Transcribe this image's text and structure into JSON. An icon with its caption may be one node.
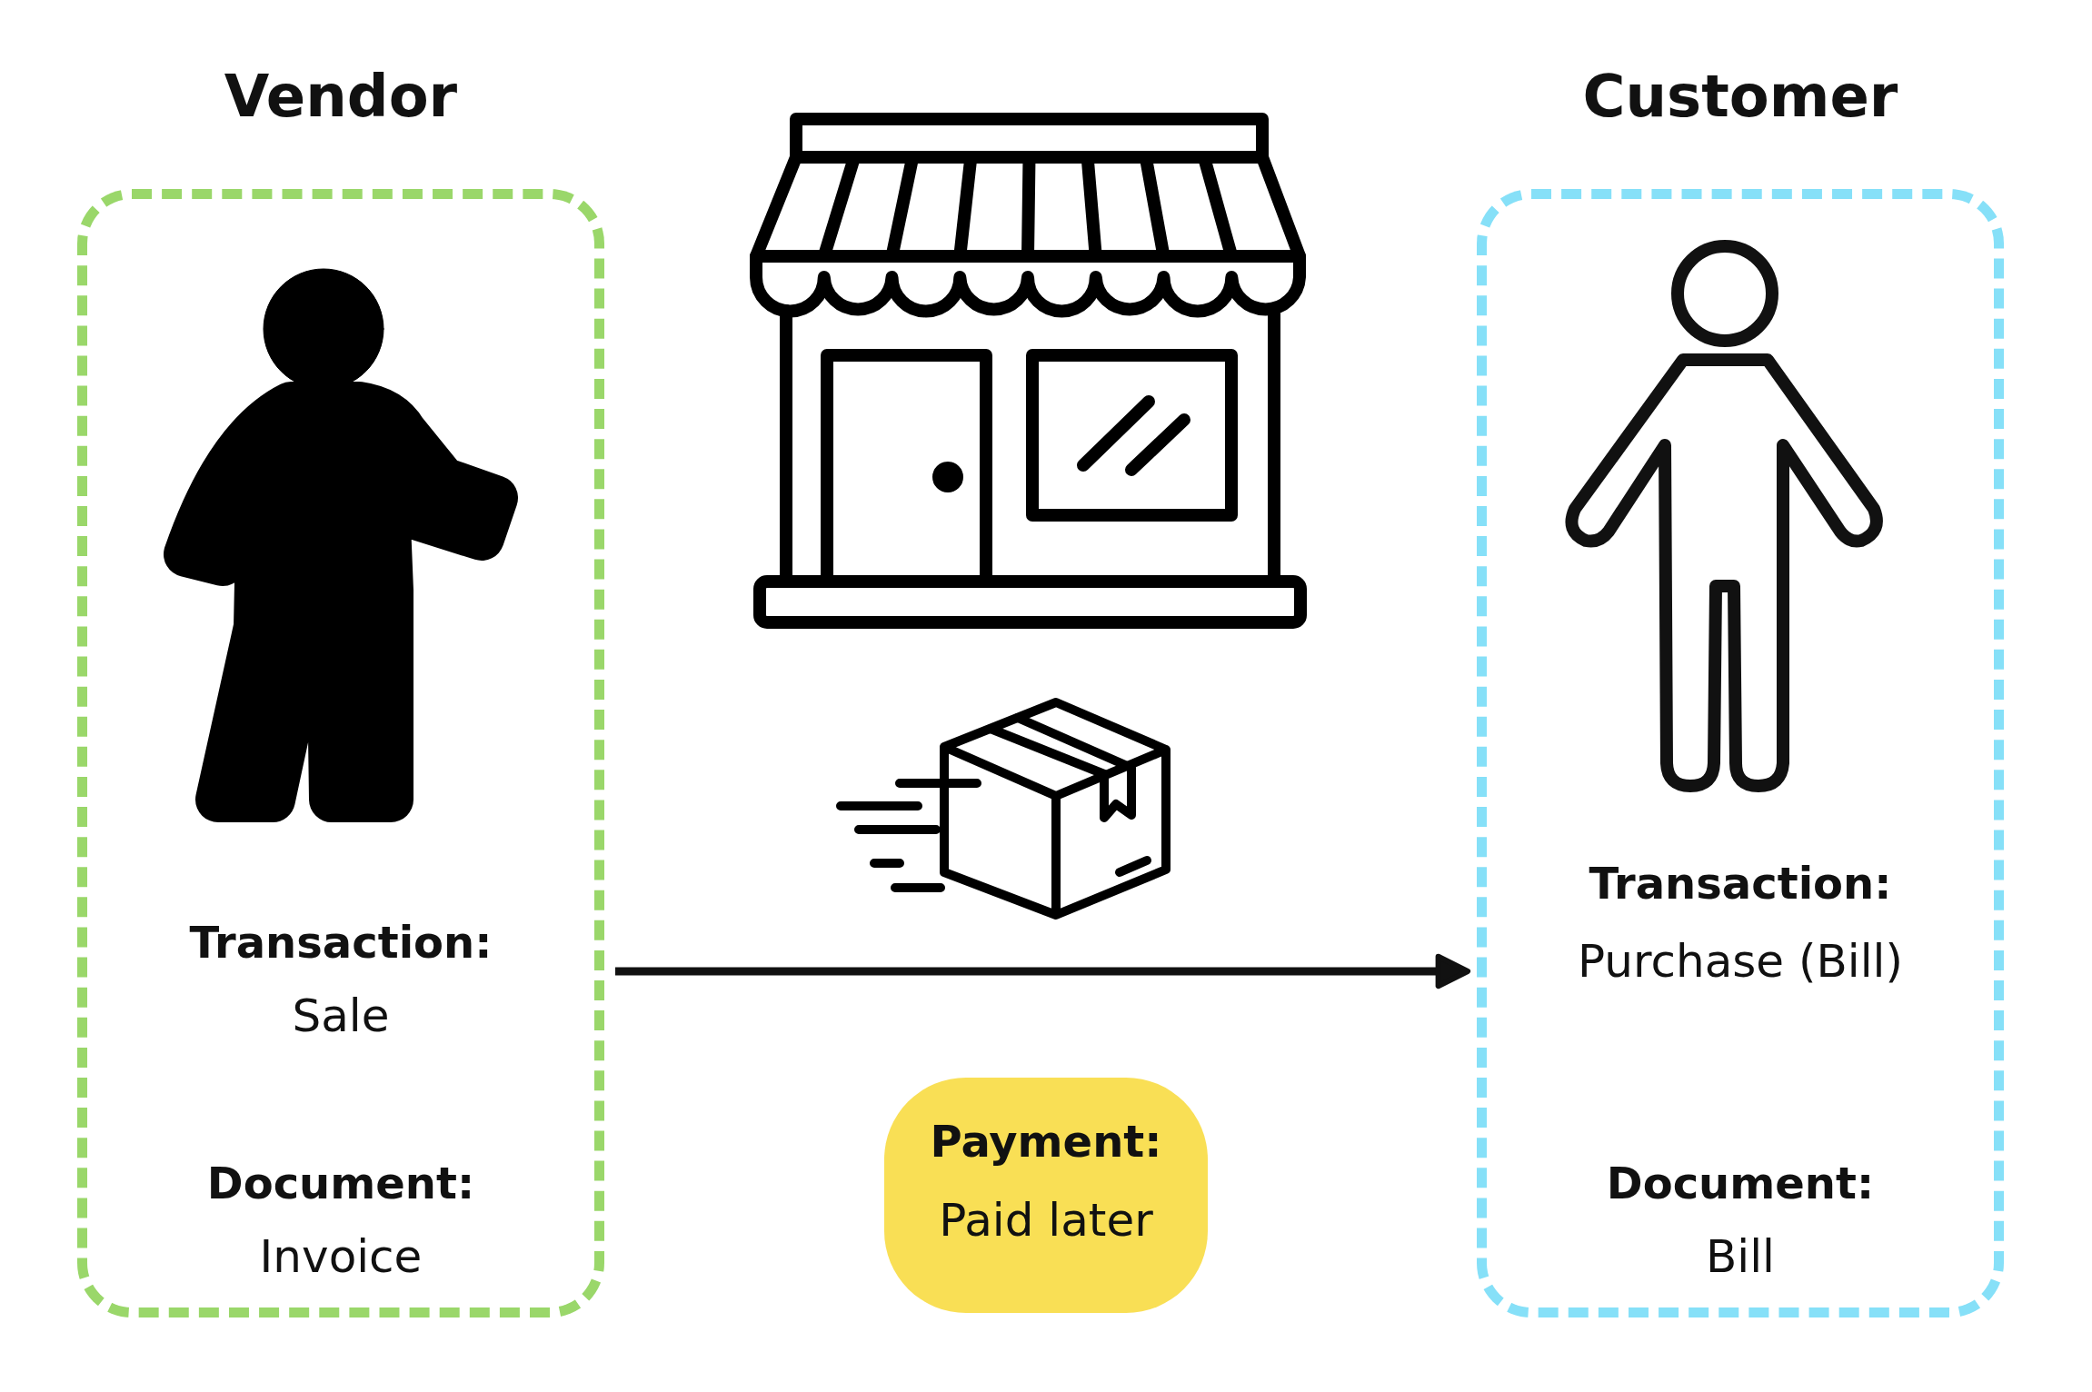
{
  "diagram": {
    "nodes": [
      {
        "text": [
          "Vendor",
          "Transaction:",
          "Sale",
          "Document:",
          "Invoice"
        ]
      },
      {
        "text": [
          "Payment:",
          "Paid later"
        ]
      },
      {
        "text": [
          "Customer",
          "Transaction:",
          "Purchase (Bill)",
          "Document:",
          "Bill"
        ]
      }
    ],
    "edges": [
      {
        "from": 0,
        "to": 2,
        "arrow": "to"
      }
    ]
  }
}
